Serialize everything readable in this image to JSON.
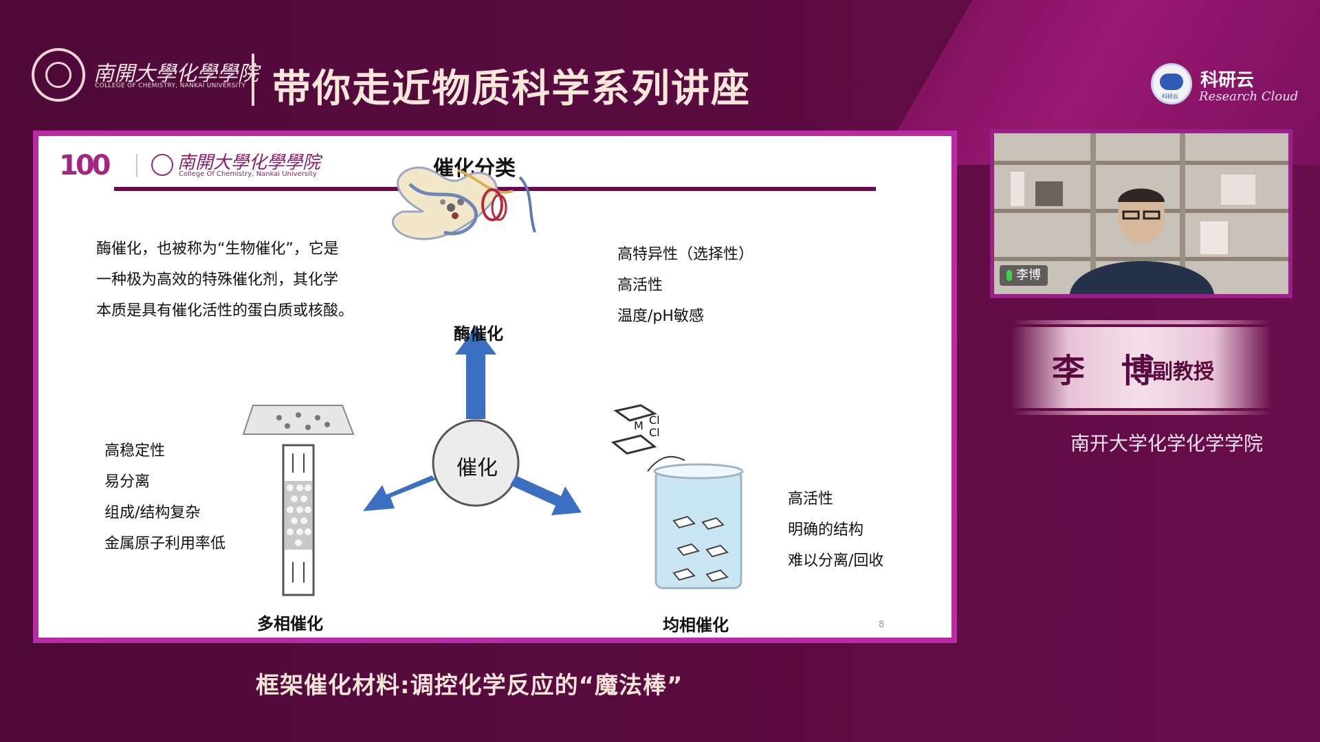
{
  "header": {
    "university_name": "南開大學化學學院",
    "university_sub": "COLLEGE OF CHEMISTRY, NANKAI UNIVERSITY",
    "series_title": "带你走近物质科学系列讲座",
    "brand_name": "科研云",
    "brand_en": "Research Cloud",
    "brand_badge": "科研云"
  },
  "slide": {
    "logo_100": "100",
    "logo_name": "南開大學化學學院",
    "logo_sub": "College Of Chemistry, Nankai University",
    "title": "催化分类",
    "center": "催化",
    "enzyme": {
      "label": "酶催化",
      "description": [
        "酶催化，也被称为“生物催化”，它是",
        "一种极为高效的特殊催化剂，其化学",
        "本质是具有催化活性的蛋白质或核酸。"
      ],
      "features": [
        "高特异性（选择性）",
        "高活性",
        "温度/pH敏感"
      ]
    },
    "heterogeneous": {
      "label": "多相催化",
      "features": [
        "高稳定性",
        "易分离",
        "组成/结构复杂",
        "金属原子利用率低"
      ]
    },
    "homogeneous": {
      "label": "均相催化",
      "features": [
        "高活性",
        "明确的结构",
        "难以分离/回收"
      ],
      "molecule_labels": [
        "M",
        "Cl",
        "Cl"
      ]
    },
    "page_number": "8"
  },
  "video": {
    "speaker_tag": "李博"
  },
  "presenter": {
    "name": "李 博",
    "title": "副教授",
    "org": "南开大学化学化学学院"
  },
  "lecture_title": "框架催化材料:调控化学反应的“魔法棒”",
  "colors": {
    "background": "#5a0b40",
    "accent": "#b82aa6",
    "arrow": "#3a6fc2",
    "title_rule": "#6a0b52"
  }
}
